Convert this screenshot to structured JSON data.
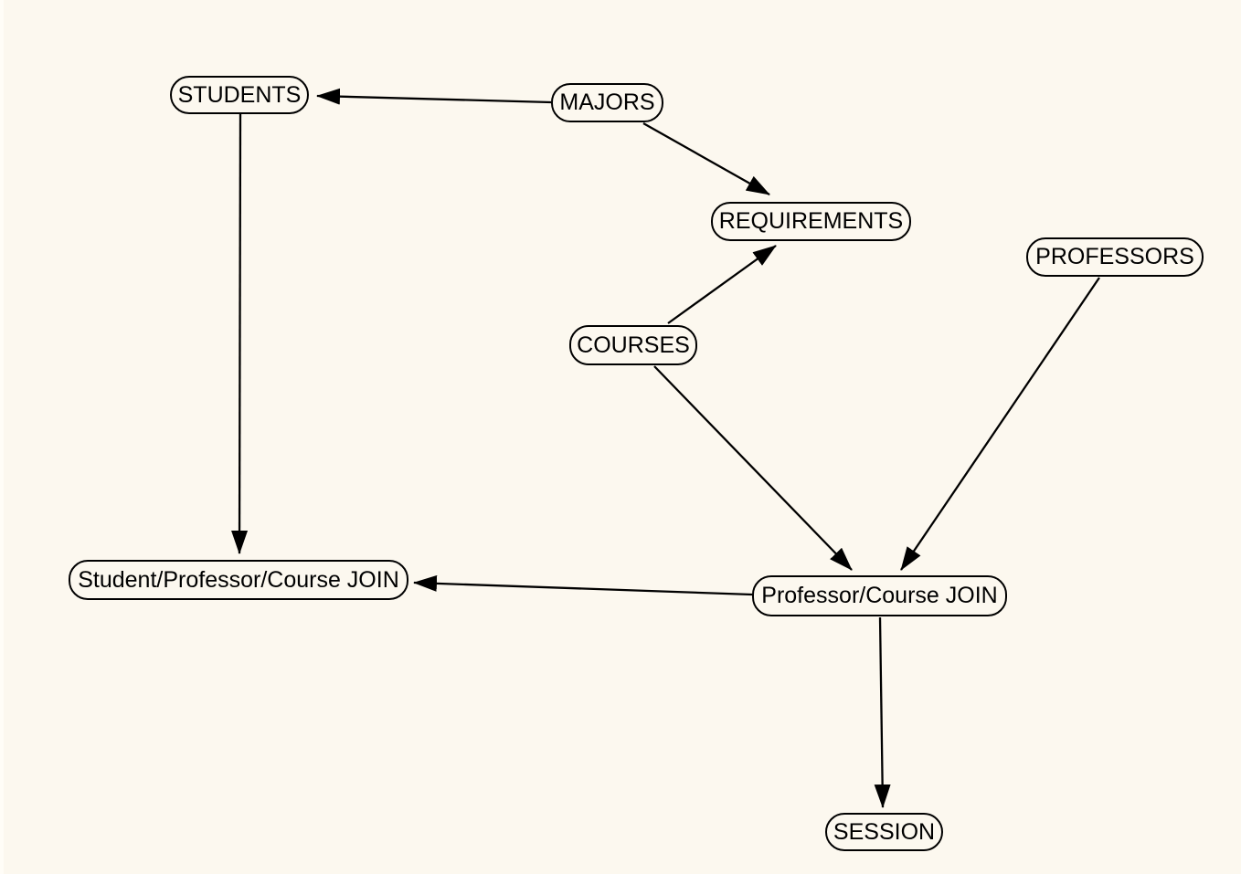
{
  "diagram": {
    "type": "entity-relationship-flow",
    "colors": {
      "background": "#fcf8ef",
      "node_fill": "#fcf8ef",
      "stroke": "#000000",
      "text": "#000000"
    },
    "nodes": [
      {
        "id": "students",
        "label": "STUDENTS"
      },
      {
        "id": "majors",
        "label": "MAJORS"
      },
      {
        "id": "requirements",
        "label": "REQUIREMENTS"
      },
      {
        "id": "professors",
        "label": "PROFESSORS"
      },
      {
        "id": "courses",
        "label": "COURSES"
      },
      {
        "id": "student-professor-course-join",
        "label": "Student/Professor/Course JOIN"
      },
      {
        "id": "professor-course-join",
        "label": "Professor/Course JOIN"
      },
      {
        "id": "session",
        "label": "SESSION"
      }
    ],
    "edges": [
      {
        "from": "majors",
        "to": "students"
      },
      {
        "from": "majors",
        "to": "requirements"
      },
      {
        "from": "courses",
        "to": "requirements"
      },
      {
        "from": "courses",
        "to": "professor-course-join"
      },
      {
        "from": "professors",
        "to": "professor-course-join"
      },
      {
        "from": "students",
        "to": "student-professor-course-join"
      },
      {
        "from": "professor-course-join",
        "to": "student-professor-course-join"
      },
      {
        "from": "professor-course-join",
        "to": "session"
      }
    ]
  }
}
